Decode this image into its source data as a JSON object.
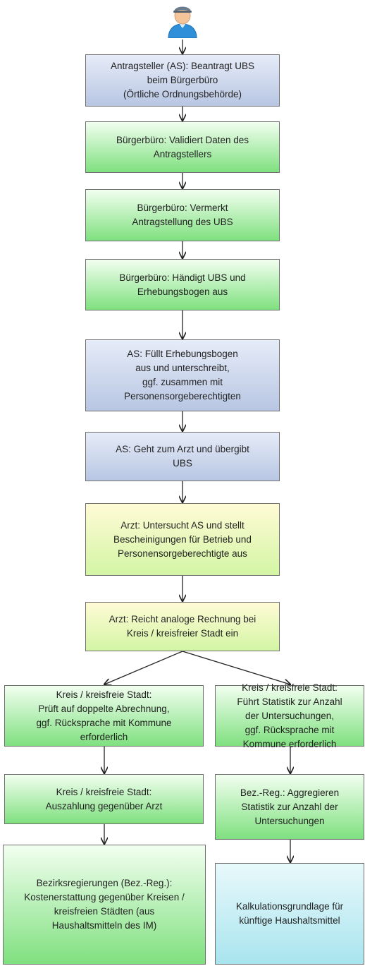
{
  "actor_icon": "user-icon",
  "colors": {
    "blue_node": "#c8d4ec",
    "green_node": "#9be89b",
    "yellow_node": "#e8f7b4",
    "cyan_node": "#bfeaf2",
    "border": "#6f6f6f",
    "arrow": "#222222"
  },
  "nodes": {
    "antragsteller": "Antragsteller (AS): Beantragt UBS\nbeim Bürgerbüro\n(Örtliche Ordnungsbehörde)",
    "validiert": "Bürgerbüro: Validiert Daten des\nAntragstellers",
    "vermerkt": "Bürgerbüro: Vermerkt\nAntragstellung des UBS",
    "haendigt": "Bürgerbüro: Händigt UBS und\nErhebungsbogen aus",
    "fuellt": "AS: Füllt Erhebungsbogen\naus und unterschreibt,\nggf. zusammen mit\nPersonensorgeberechtigten",
    "arzt_gang": "AS: Geht zum Arzt und übergibt\nUBS",
    "untersucht": "Arzt: Untersucht AS und stellt\nBescheinigungen für Betrieb und\nPersonensorgeberechtigte aus",
    "rechnung": "Arzt: Reicht analoge Rechnung bei\nKreis / kreisfreier Stadt ein",
    "prueft": "Kreis / kreisfreie Stadt:\nPrüft auf doppelte Abrechnung,\nggf. Rücksprache mit Kommune\nerforderlich",
    "statistik": "Kreis / kreisfreie Stadt:\nFührt Statistik zur Anzahl\nder Untersuchungen,\nggf. Rücksprache mit\nKommune erforderlich",
    "auszahlung": "Kreis / kreisfreie Stadt:\nAuszahlung gegenüber Arzt",
    "aggregieren": "Bez.-Reg.: Aggregieren\nStatistik zur Anzahl der\nUntersuchungen",
    "kostenerstattung": "Bezirksregierungen (Bez.-Reg.):\nKostenerstattung gegenüber Kreisen /\nkreisfreien Städten (aus\nHaushaltsmitteln des IM)",
    "kalkulation": "Kalkulationsgrundlage für\nkünftige Haushaltsmittel"
  }
}
